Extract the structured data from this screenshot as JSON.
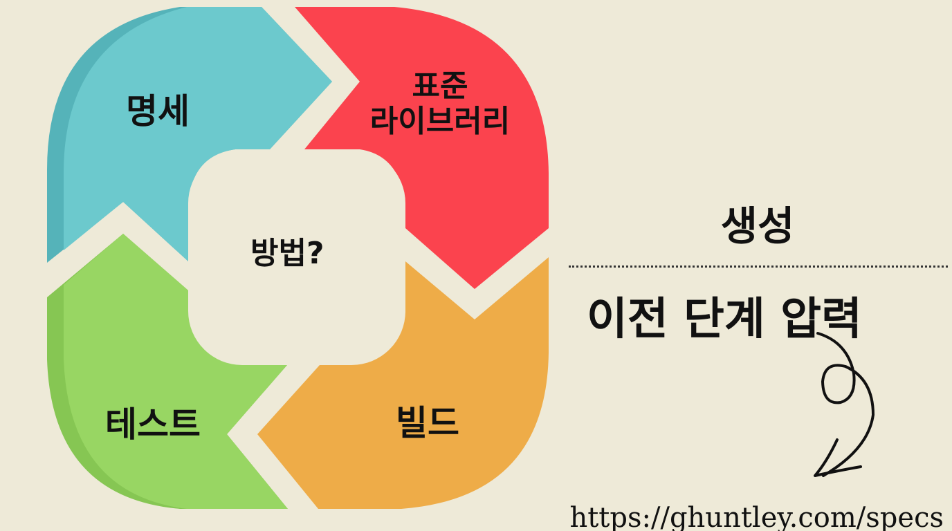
{
  "diagram": {
    "type": "cycle",
    "center": {
      "label": "방법?"
    },
    "segments": [
      {
        "id": "spec",
        "label": "명세",
        "color": "#6cc9cd",
        "shade": "#55b3b9",
        "position": "top-left"
      },
      {
        "id": "stdlib",
        "label_line1": "표준",
        "label_line2": "라이브러리",
        "color": "#fb434e",
        "position": "top-right"
      },
      {
        "id": "build",
        "label": "빌드",
        "color": "#eeac48",
        "position": "bottom-right"
      },
      {
        "id": "test",
        "label": "테스트",
        "color": "#98d663",
        "shade": "#86c653",
        "position": "bottom-left"
      }
    ]
  },
  "side_annotation": {
    "title": "생성",
    "subtitle": "이전 단계 압력",
    "arrow_icon": "curly-arrow-down-left"
  },
  "footer": {
    "url": "https://ghuntley.com/specs"
  },
  "colors": {
    "background": "#eeead8",
    "text": "#111111"
  }
}
